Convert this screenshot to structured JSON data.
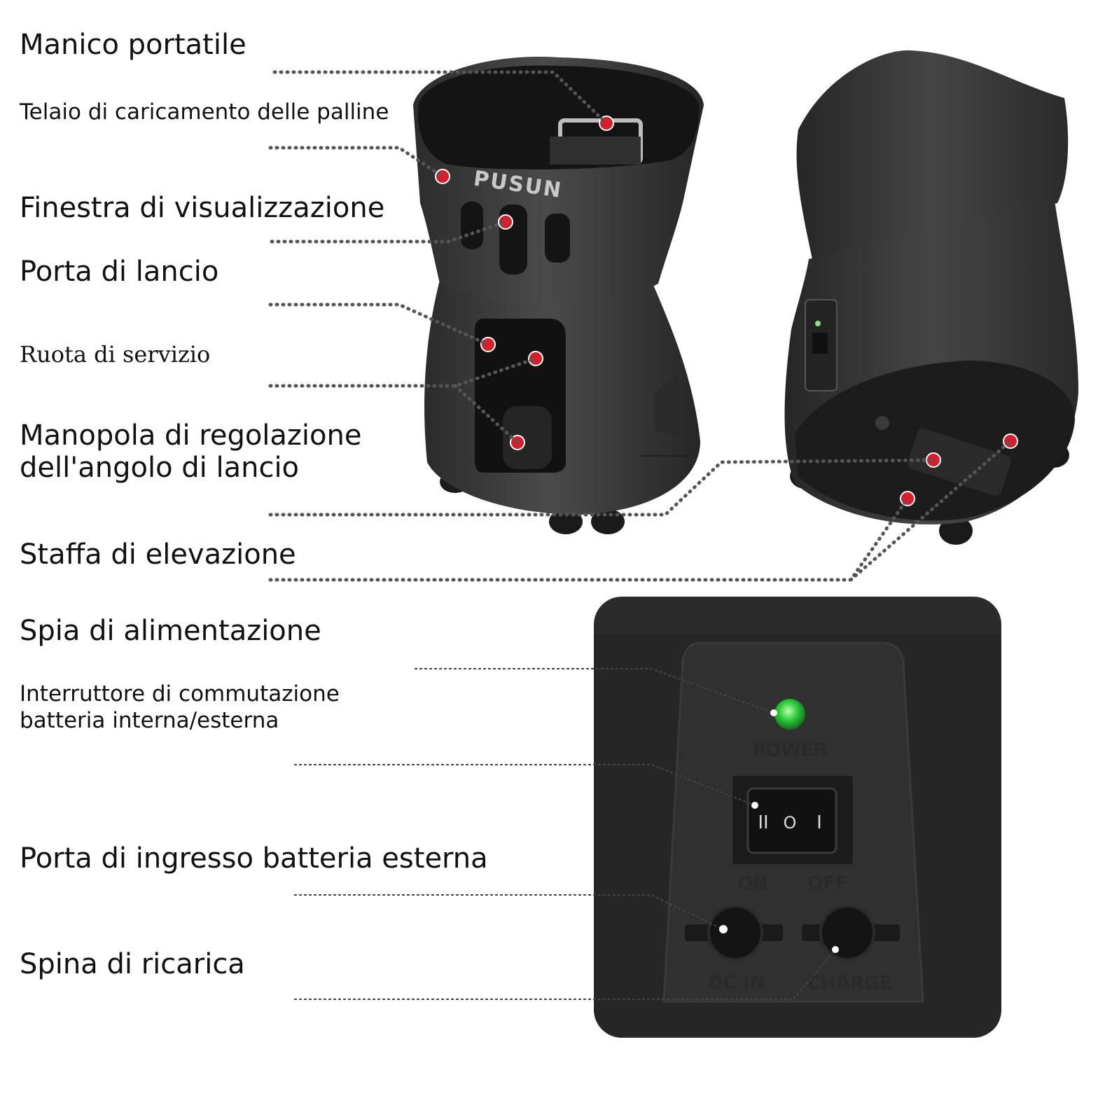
{
  "brand": "PUSUN",
  "labels": {
    "carry_handle": "Manico portatile",
    "ball_loading_frame": "Telaio di caricamento delle palline",
    "viewing_window": "Finestra di visualizzazione",
    "launch_port": "Porta di lancio",
    "service_wheel": "Ruota di servizio",
    "angle_knob_line1": "Manopola di regolazione",
    "angle_knob_line2": "dell'angolo di lancio",
    "elevation_bracket": "Staffa di elevazione",
    "power_light": "Spia di alimentazione",
    "battery_switch_line1": "Interruttore di commutazione",
    "battery_switch_line2": "batteria interna/esterna",
    "external_battery_port": "Porta di ingresso batteria esterna",
    "charging_plug": "Spina di ricarica"
  },
  "panel": {
    "power": "POWER",
    "on": "ON",
    "off": "OFF",
    "dc_in": "DC IN",
    "charge": "CHARGE",
    "switch_symbols": [
      "II",
      "O",
      "I"
    ]
  },
  "colors": {
    "marker_red": "#d41f2c",
    "power_led": "#2ecc3a",
    "machine_body": "#3a3a3a",
    "panel_bg": "#2b2b2b"
  }
}
